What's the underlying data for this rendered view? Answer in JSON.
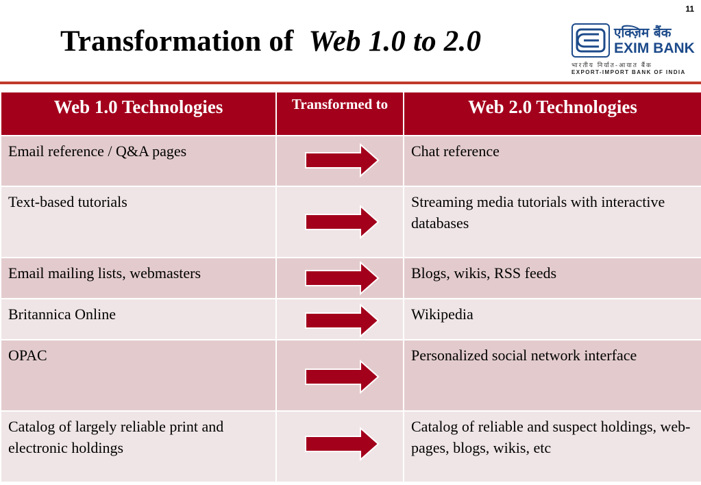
{
  "slide": {
    "number": "11",
    "title_part1": "Transformation of",
    "title_part2": "Web 1.0 to 2.0"
  },
  "logo": {
    "hindi_name": "एक्ज़िम बैंक",
    "english_name": "EXIM BANK",
    "hindi_subtitle": "भारतीय निर्यात-आयात बैंक",
    "english_subtitle": "EXPORT-IMPORT BANK OF INDIA"
  },
  "table": {
    "headers": {
      "col1": "Web 1.0 Technologies",
      "col2": "Transformed to",
      "col3": "Web 2.0 Technologies"
    },
    "rows": [
      {
        "web1": "Email reference / Q&A pages",
        "web2": "Chat  reference"
      },
      {
        "web1": "Text-based tutorials",
        "web2": "Streaming media tutorials with interactive databases"
      },
      {
        "web1": "Email mailing lists, webmasters",
        "web2": "Blogs, wikis, RSS feeds"
      },
      {
        "web1": "Britannica Online",
        "web2": "Wikipedia"
      },
      {
        "web1": "OPAC",
        "web2": "Personalized social network interface"
      },
      {
        "web1": "Catalog of largely reliable print and electronic holdings",
        "web2": "Catalog of reliable and suspect holdings, web-pages, blogs, wikis, etc"
      }
    ]
  },
  "colors": {
    "header_bg": "#a3001c",
    "row_dark": "#e3cbcd",
    "row_light": "#efe5e6",
    "arrow_fill": "#a3001c",
    "rule": "#c0392b",
    "logo_blue": "#1c4a8a"
  },
  "icons": {
    "arrow": "right-arrow-icon",
    "logo": "exim-emblem-icon"
  }
}
